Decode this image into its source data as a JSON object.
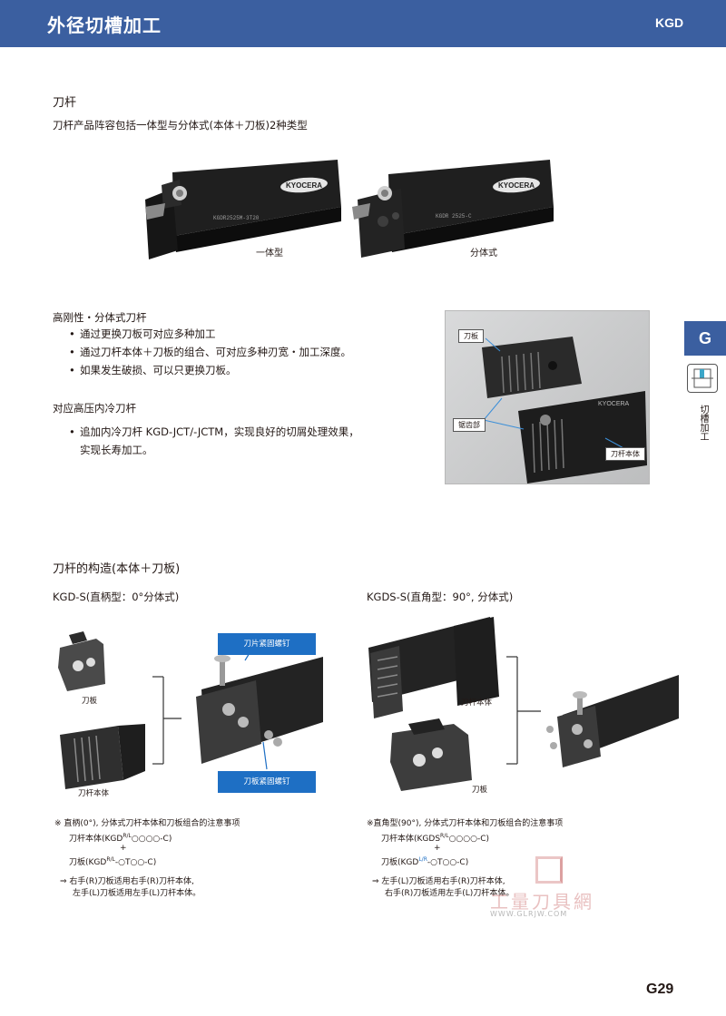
{
  "header": {
    "title": "外径切槽加工",
    "code": "KGD"
  },
  "section1": {
    "title": "刀杆",
    "subtitle": "刀杆产品阵容包括一体型与分体式(本体＋刀板)2种类型",
    "integral_label": "一体型",
    "modular_label": "分体式",
    "integral_tool_marking": "KGDR2525M-3T20",
    "modular_tool_marking": "KGDR 2525-C",
    "brand": "KYOCERA"
  },
  "section2": {
    "title": "高刚性・分体式刀杆",
    "bullets": [
      "通过更换刀板可对应多种加工",
      "通过刀杆本体＋刀板的组合、可对应多种刃宽・加工深度。",
      "如果发生破损、可以只更换刀板。"
    ],
    "title2": "对应高压内冷刀杆",
    "bullets2": [
      "追加内冷刀杆 KGD-JCT/-JCTM，实现良好的切屑处理效果，"
    ],
    "bullets2_cont": "实现长寿加工。",
    "photo_labels": {
      "plate": "刀板",
      "serration": "锯齿部",
      "body": "刀杆本体"
    }
  },
  "section3": {
    "title": "刀杆的构造(本体＋刀板)",
    "left": {
      "title": "KGD-S(直柄型：0°分体式)",
      "plate_label": "刀板",
      "body_label": "刀杆本体",
      "callout_top": "刀片紧固螺钉",
      "callout_bottom": "刀板紧固螺钉",
      "note_title": "※ 直柄(0°), 分体式刀杆本体和刀板组合的注意事项",
      "note_body": "刀杆本体(KGD",
      "note_body_tail": "○○○○-C)",
      "note_plus": "+",
      "note_plate": "刀板(KGD",
      "note_plate_tail": "-○T○○-C)",
      "rl": "R/L",
      "arrow1": "⇒ 右手(R)刀板适用右手(R)刀杆本体,",
      "arrow2": "左手(L)刀板适用左手(L)刀杆本体。"
    },
    "right": {
      "title": "KGDS-S(直角型：90°, 分体式)",
      "body_label": "刀杆本体",
      "plate_label": "刀板",
      "note_title": "※直角型(90°), 分体式刀杆本体和刀板组合的注意事项",
      "note_body": "刀杆本体(KGDS",
      "note_body_tail": "○○○○-C)",
      "note_plus": "+",
      "note_plate": "刀板(KGD",
      "note_plate_tail": "-○T○○-C)",
      "rl": "R/L",
      "lr": "L/R",
      "arrow1": "⇒ 左手(L)刀板适用右手(R)刀杆本体,",
      "arrow2": "右手(R)刀板适用左手(L)刀杆本体。"
    }
  },
  "side_tab": {
    "letter": "G",
    "label": "切槽加工"
  },
  "watermark": {
    "text": "工量刀具網",
    "url": "WWW.GLRJW.COM"
  },
  "page_number": "G29",
  "colors": {
    "brand_blue": "#3b5fa0",
    "callout_blue": "#1e6fc4",
    "tool_black": "#1f1f1f"
  }
}
